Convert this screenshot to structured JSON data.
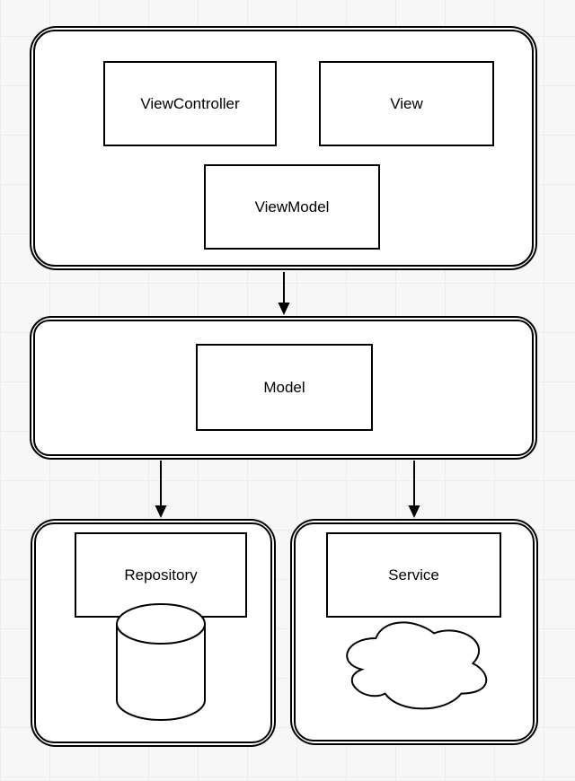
{
  "colors": {
    "stroke": "#000000",
    "node_fill": "#ffffff",
    "background": "#f7f7f7",
    "grid_line": "#ececec",
    "text": "#000000"
  },
  "nodes": {
    "view_controller": {
      "label": "ViewController"
    },
    "view": {
      "label": "View"
    },
    "view_model": {
      "label": "ViewModel"
    },
    "model": {
      "label": "Model"
    },
    "repository": {
      "label": "Repository",
      "icon": "database-cylinder-icon"
    },
    "service": {
      "label": "Service",
      "icon": "cloud-icon"
    }
  },
  "connections": [
    {
      "from": "presentation-layer-container",
      "to": "model-layer-container",
      "style": "arrow-down"
    },
    {
      "from": "model-layer-container",
      "to": "repository-container",
      "style": "arrow-down"
    },
    {
      "from": "model-layer-container",
      "to": "service-container",
      "style": "arrow-down"
    }
  ]
}
